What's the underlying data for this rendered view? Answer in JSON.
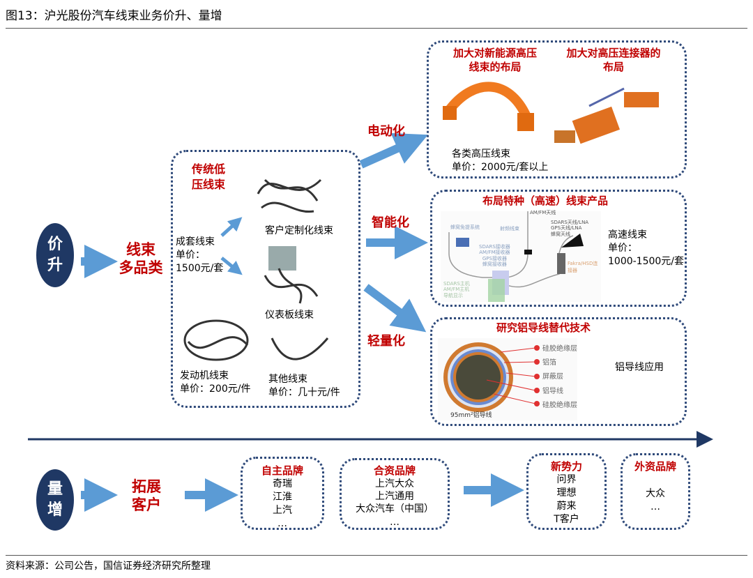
{
  "title": "图13：沪光股份汽车线束业务价升、量增",
  "price": {
    "circle": [
      "价",
      "升"
    ],
    "category": [
      "线束",
      "多品类"
    ]
  },
  "traditional": {
    "heading": [
      "传统低",
      "压线束"
    ],
    "set_harness": [
      "成套线束",
      "单价：",
      "1500元/套"
    ],
    "custom": "客户定制化线束",
    "dashboard": "仪表板线束",
    "engine": [
      "发动机线束",
      "单价：200元/件"
    ],
    "other": [
      "其他线束",
      "单价：几十元/件"
    ]
  },
  "trends": {
    "electric": "电动化",
    "smart": "智能化",
    "light": "轻量化"
  },
  "hv": {
    "heading1": [
      "加大对新能源高压",
      "线束的布局"
    ],
    "heading2": [
      "加大对高压连接器的",
      "布局"
    ],
    "caption": [
      "各类高压线束",
      "单价：2000元/套以上"
    ]
  },
  "hs": {
    "heading": "布局特种（高速）线束产品",
    "caption": [
      "高速线束",
      "单价：",
      "1000-1500元/套"
    ],
    "diagram": {
      "cellular_system": "蜂窝免提系统",
      "am_fm_antenna": "AM/FM天线",
      "antennas": [
        "SDARS天线/LNA",
        "GPS天线/LNA",
        "蜂窝天线"
      ],
      "receivers": [
        "SDARS接收器",
        "AM/FM接收器",
        "GPS接收器",
        "蜂窝接收器"
      ],
      "hosts": [
        "SDARS主机",
        "AM/FM主机",
        "导航显示"
      ],
      "rf_cable": "射频线束",
      "connector": "Fakra/HSD连接器"
    }
  },
  "al": {
    "heading": "研究铝导线替代技术",
    "caption": "铝导线应用",
    "layers": [
      "硅胶绝缘层",
      "铝箔",
      "屏蔽层",
      "铝导线",
      "硅胶绝缘层"
    ],
    "cable_label": "95mm²铝导线"
  },
  "volume": {
    "circle": [
      "量",
      "增"
    ],
    "expand": [
      "拓展",
      "客户"
    ],
    "groups": [
      {
        "title": "自主品牌",
        "items": [
          "奇瑞",
          "江淮",
          "上汽",
          "…"
        ]
      },
      {
        "title": "合资品牌",
        "items": [
          "上汽大众",
          "上汽通用",
          "大众汽车（中国）",
          "…"
        ]
      },
      {
        "title": "新势力",
        "items": [
          "问界",
          "理想",
          "蔚来",
          "T客户"
        ]
      },
      {
        "title": "外资品牌",
        "items": [
          "大众",
          "…"
        ]
      }
    ]
  },
  "source": "资料来源：公司公告，国信证券经济研究所整理",
  "colors": {
    "navy": "#1f3864",
    "red": "#c00000",
    "arrow": "#5b9bd5"
  }
}
